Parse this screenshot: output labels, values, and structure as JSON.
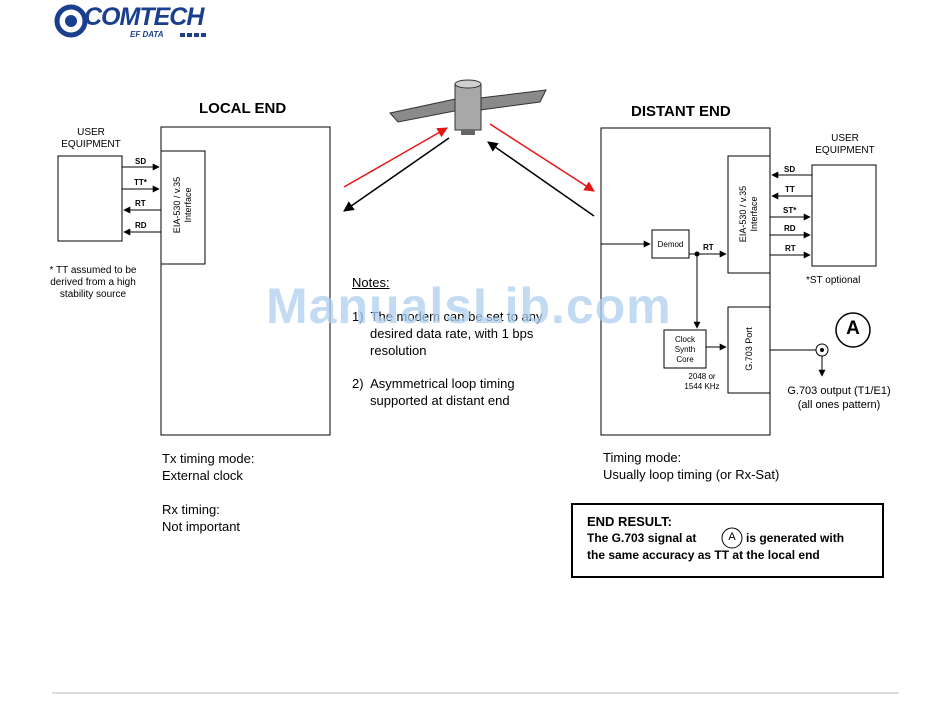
{
  "logo": {
    "brand": "COMTECH",
    "sub": "EF DATA"
  },
  "local": {
    "title": "LOCAL END",
    "user_equipment": "USER\nEQUIPMENT",
    "signals": [
      "SD",
      "TT*",
      "RT",
      "RD"
    ],
    "interface": "EIA-530 / v.35\nInterface",
    "footnote": "* TT assumed to be\nderived from a high\nstability source",
    "tx_label": "Tx timing mode:",
    "tx_value": "External clock",
    "rx_label": "Rx timing:",
    "rx_value": "Not important"
  },
  "distant": {
    "title": "DISTANT END",
    "user_equipment": "USER\nEQUIPMENT",
    "signals": [
      "SD",
      "TT",
      "ST*",
      "RD",
      "RT"
    ],
    "interface": "EIA-530 / v.35\nInterface",
    "demod": "Demod",
    "rt": "RT",
    "clock": "Clock\nSynth\nCore",
    "freq": "2048 or\n1544 KHz",
    "port": "G.703 Port",
    "st_note": "*ST optional",
    "marker": "A",
    "output": "G.703 output (T1/E1)\n(all ones pattern)",
    "timing_label": "Timing mode:",
    "timing_value": "Usually loop timing (or Rx-Sat)"
  },
  "notes": {
    "title": "Notes:",
    "item1": "1)  The modem can be set to any\n     desired data rate, with 1 bps\n     resolution",
    "item2": "2)  Asymmetrical loop timing\n     supported at distant end"
  },
  "result": {
    "title": "END RESULT:",
    "line1_pre": "The G.703 signal at",
    "marker": "A",
    "line1_post": "is generated with",
    "line2": "the same accuracy as TT at the local end"
  },
  "watermark": "ManualsLib.com",
  "colors": {
    "red_link": "#e81414",
    "logo_blue": "#1b3f8f",
    "watermark": "#aed0f0"
  }
}
